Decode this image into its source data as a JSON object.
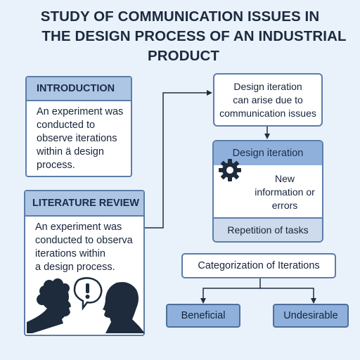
{
  "title": {
    "line1": "STUDY OF COMMUNICATION ISSUES IN",
    "line2": "THE DESIGN PROCESS OF AN INDUSTRIAL",
    "line3": "PRODUCT"
  },
  "introduction": {
    "heading": "INTRODUCTION",
    "lines": [
      "An experiment was",
      "conducted to",
      "observe iterations",
      "within ä design",
      "process."
    ]
  },
  "literature_review": {
    "heading": "LITERATURE REVIEW",
    "lines": [
      "An experiment was",
      "conducted to observa",
      "iterations within",
      "a design process."
    ]
  },
  "flow": {
    "step1_lines": [
      "Design iteration",
      "can arise due to",
      "communication issues"
    ],
    "iteration_heading": "Design iteration",
    "iteration_lines": [
      "New",
      "information or",
      "errors"
    ],
    "repetition": "Repetition of tasks"
  },
  "categorization": {
    "label": "Categorization of Iterations",
    "beneficial": "Beneficial",
    "undesirable": "Undesirable"
  },
  "icons": {
    "gear": "gear-icon",
    "people": "people-talking-icon",
    "exclamation": "exclamation-icon"
  },
  "colors": {
    "background": "#e9f2fb",
    "header_fill": "#adc6e4",
    "border": "#5d7da8",
    "pill_fill": "#8fb0db",
    "silhouette": "#1d2b3c"
  }
}
